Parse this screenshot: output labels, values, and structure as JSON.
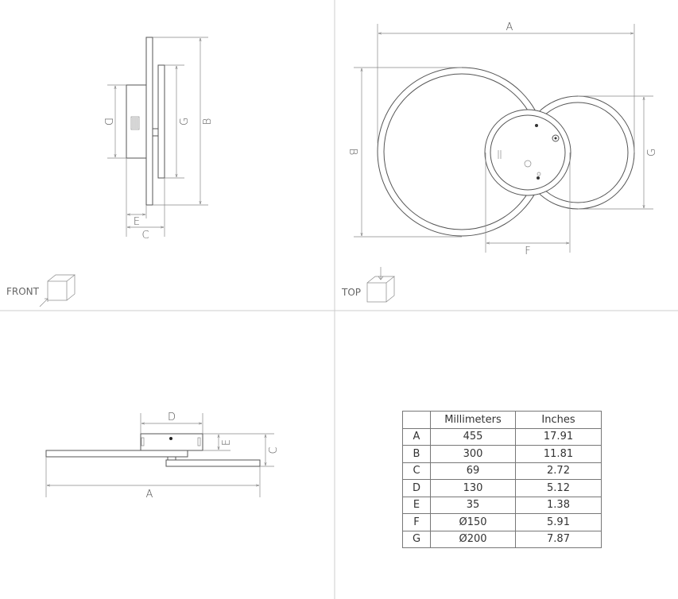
{
  "views": {
    "front": "FRONT",
    "top": "TOP"
  },
  "dimension_labels": {
    "A": "A",
    "B": "B",
    "C": "C",
    "D": "D",
    "E": "E",
    "F": "F",
    "G": "G"
  },
  "table": {
    "headers": [
      "",
      "Millimeters",
      "Inches"
    ],
    "rows": [
      {
        "key": "A",
        "mm": "455",
        "in": "17.91"
      },
      {
        "key": "B",
        "mm": "300",
        "in": "11.81"
      },
      {
        "key": "C",
        "mm": "69",
        "in": "2.72"
      },
      {
        "key": "D",
        "mm": "130",
        "in": "5.12"
      },
      {
        "key": "E",
        "mm": "35",
        "in": "1.38"
      },
      {
        "key": "F",
        "mm": "Ø150",
        "in": "5.91"
      },
      {
        "key": "G",
        "mm": "Ø200",
        "in": "7.87"
      }
    ]
  }
}
